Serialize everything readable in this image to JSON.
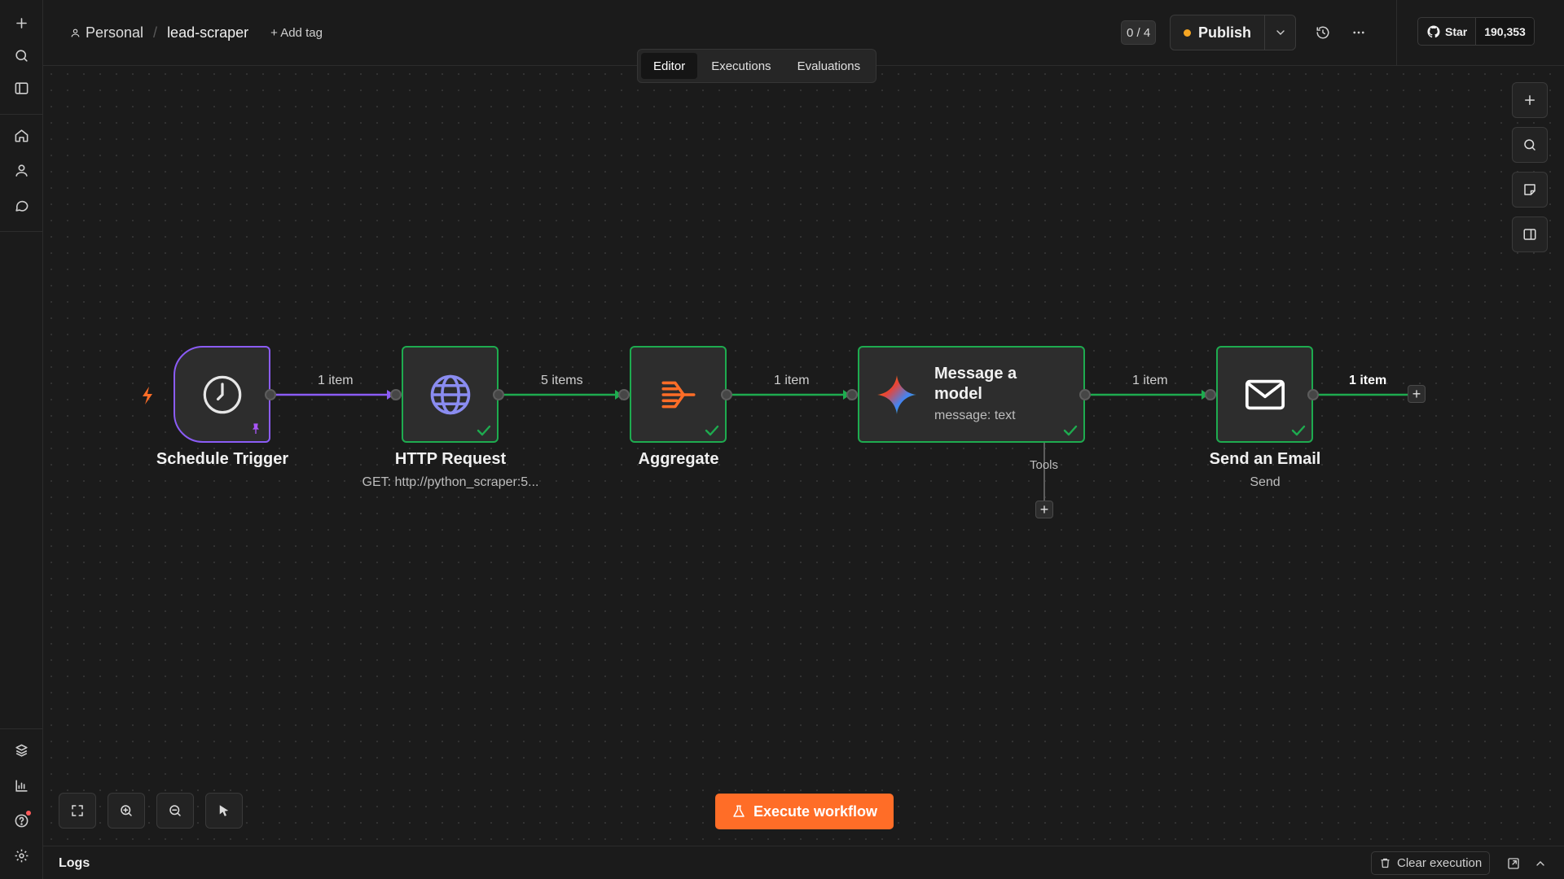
{
  "sidebar": {
    "top_icons": [
      "plus-icon",
      "search-icon",
      "panel-left-icon",
      "home-icon",
      "user-icon",
      "chat-icon"
    ],
    "bottom_icons": [
      "templates-icon",
      "insights-icon",
      "help-icon",
      "settings-icon"
    ]
  },
  "header": {
    "project": "Personal",
    "workflow_name": "lead-scraper",
    "add_tag": "+ Add tag",
    "counter": "0 / 4",
    "publish_label": "Publish",
    "publish_status_color": "#f5a623",
    "github_star": "Star",
    "github_count": "190,353"
  },
  "tabs": [
    "Editor",
    "Executions",
    "Evaluations"
  ],
  "active_tab": "Editor",
  "nodes": {
    "schedule": {
      "title": "Schedule Trigger"
    },
    "http": {
      "title": "HTTP Request",
      "subtitle": "GET: http://python_scraper:5..."
    },
    "aggregate": {
      "title": "Aggregate"
    },
    "ai": {
      "title": "Message a model",
      "subtitle": "message: text",
      "tools_label": "Tools"
    },
    "email": {
      "title": "Send an Email",
      "subtitle": "Send"
    }
  },
  "edges": {
    "e1": "1 item",
    "e2": "5 items",
    "e3": "1 item",
    "e4": "1 item",
    "e5": "1 item"
  },
  "colors": {
    "success": "#1eab4f",
    "trigger": "#8b5cf6",
    "accent": "#ff6d27"
  },
  "execute_label": "Execute workflow",
  "logs": {
    "title": "Logs",
    "clear_label": "Clear execution"
  }
}
